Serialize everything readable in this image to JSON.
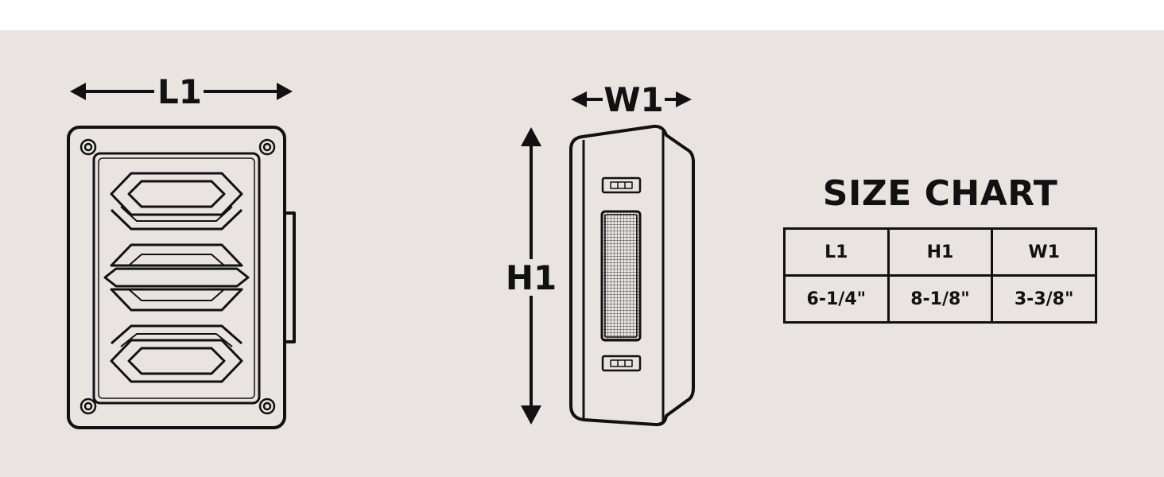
{
  "colors": {
    "background": "#e9e4e1",
    "line": "#111111",
    "top_band": "#ffffff"
  },
  "front_view": {
    "dimension_label": "L1"
  },
  "side_view": {
    "width_label": "W1",
    "height_label": "H1"
  },
  "size_chart": {
    "title": "SIZE CHART",
    "headers": [
      "L1",
      "H1",
      "W1"
    ],
    "values": [
      "6-1/4\"",
      "8-1/8\"",
      "3-3/8\""
    ]
  }
}
